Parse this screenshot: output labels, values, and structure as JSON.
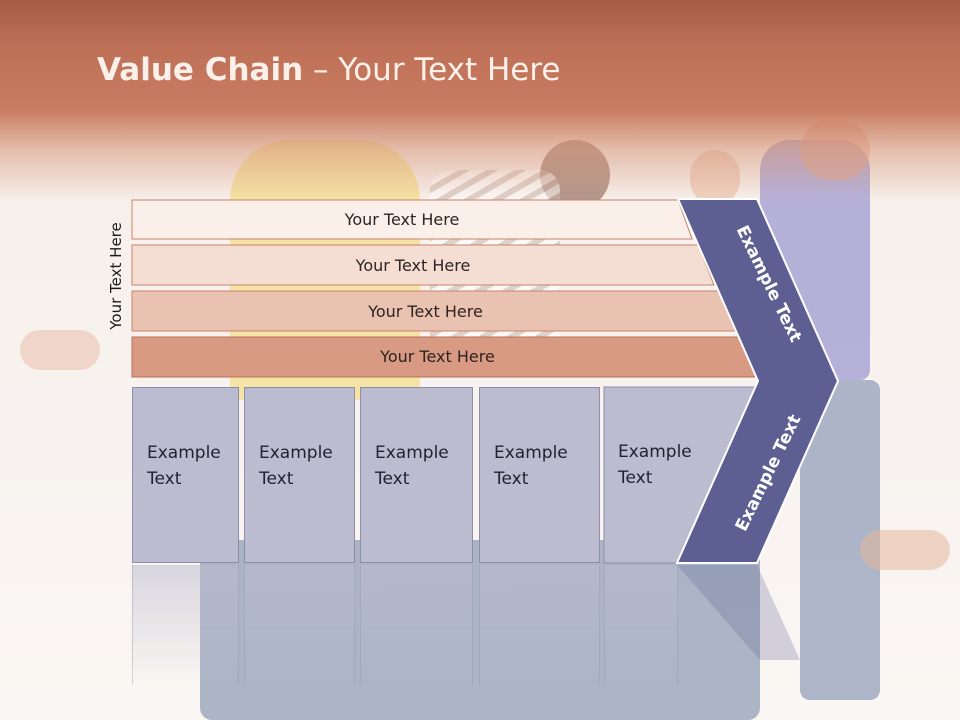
{
  "title": {
    "bold": "Value Chain",
    "rest": " – Your Text Here"
  },
  "side_label": "Your Text Here",
  "rows": [
    {
      "label": "Your Text Here",
      "fill": "#fbefe9",
      "border": "#c9826b"
    },
    {
      "label": "Your Text Here",
      "fill": "#f4ddd3",
      "border": "#c9826b"
    },
    {
      "label": "Your Text Here",
      "fill": "#e9c2b1",
      "border": "#c9826b"
    },
    {
      "label": "Your Text Here",
      "fill": "#d99a83",
      "border": "#b97056"
    }
  ],
  "boxes": [
    {
      "line1": "Example",
      "line2": "Text"
    },
    {
      "line1": "Example",
      "line2": "Text"
    },
    {
      "line1": "Example",
      "line2": "Text"
    },
    {
      "line1": "Example",
      "line2": "Text"
    },
    {
      "line1": "Example",
      "line2": "Text"
    }
  ],
  "chevron": {
    "upper_text": "Example Text",
    "lower_text": "Example Text",
    "fill": "#5d5f93",
    "border": "#ffffff"
  },
  "colors": {
    "header": "#c97d62",
    "box_fill": "#bcbcd0",
    "box_border": "#8d8fa8"
  }
}
